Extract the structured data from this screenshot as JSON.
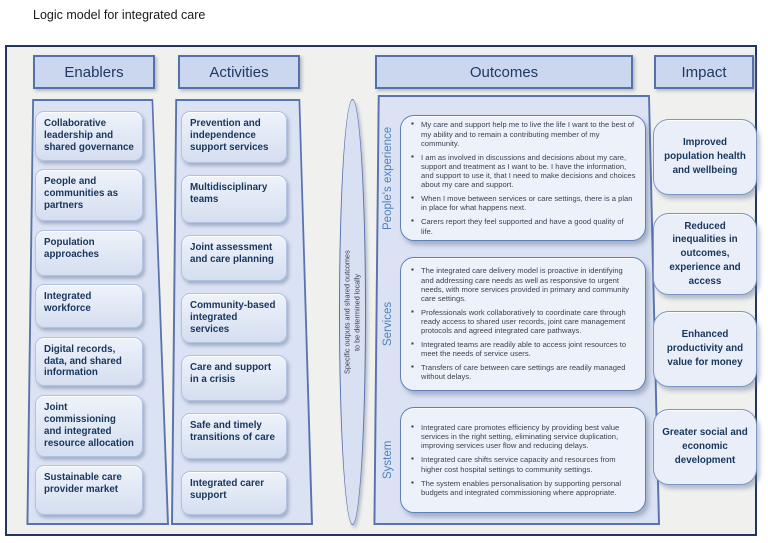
{
  "title": "Logic model for integrated care",
  "enablers": {
    "header": "Enablers",
    "items": [
      "Collaborative leadership and shared governance",
      "People and communities as partners",
      "Population approaches",
      "Integrated workforce",
      "Digital records, data, and shared information",
      "Joint commissioning and integrated resource allocation",
      "Sustainable care provider market"
    ]
  },
  "activities": {
    "header": "Activities",
    "items": [
      "Prevention and independence support services",
      "Multidisciplinary teams",
      "Joint assessment and care planning",
      "Community-based integrated services",
      "Care and support in a crisis",
      "Safe and timely transitions of care",
      "Integrated carer support"
    ]
  },
  "ribbon": {
    "line1": "Specific outputs and shared outcomes",
    "line2": "to be determined locally"
  },
  "outcomes": {
    "header": "Outcomes",
    "sections": [
      {
        "label": "People's experience",
        "bullets": [
          "My care and support help me to live the life I want to the best of my ability and to remain a contributing member of my community.",
          "I am as involved in discussions and decisions about my care, support and treatment as I want to be. I have the information, and support to use it, that I need to make decisions and choices about my care and support.",
          "When I move between services or care settings, there is a plan in place for what happens next.",
          "Carers report they feel supported and have a good quality of life."
        ]
      },
      {
        "label": "Services",
        "bullets": [
          "The integrated care delivery model is proactive in identifying and addressing care needs as well as responsive to urgent needs, with more services provided in primary and community care settings.",
          "Professionals work collaboratively to coordinate care through ready access to shared user records, joint care management protocols and agreed integrated care pathways.",
          "Integrated teams are readily able to access joint resources to meet the needs of service users.",
          "Transfers of care between care settings are readily managed without delays."
        ]
      },
      {
        "label": "System",
        "bullets": [
          "Integrated care promotes efficiency by providing best value services in the right setting, eliminating service duplication, improving services user flow and reducing delays.",
          "Integrated care shifts service capacity and resources from higher cost hospital settings to community settings.",
          "The system enables personalisation by supporting personal budgets and integrated commissioning where appropriate."
        ]
      }
    ]
  },
  "impact": {
    "header": "Impact",
    "items": [
      "Improved population health and wellbeing",
      "Reduced inequalities in outcomes, experience and access",
      "Enhanced productivity and value for money",
      "Greater social and economic development"
    ]
  },
  "colors": {
    "frame_border": "#24365e",
    "canvas_fill": "#f0f1ee",
    "panel_fill": "#dae2f3",
    "panel_border": "#5873ad",
    "header_fill": "#cbd7ef",
    "box_fill": "#e3eaf6",
    "outcome_box_fill": "#edf1f9",
    "text_navy": "#17365d",
    "section_label_blue": "#4f81bd"
  }
}
